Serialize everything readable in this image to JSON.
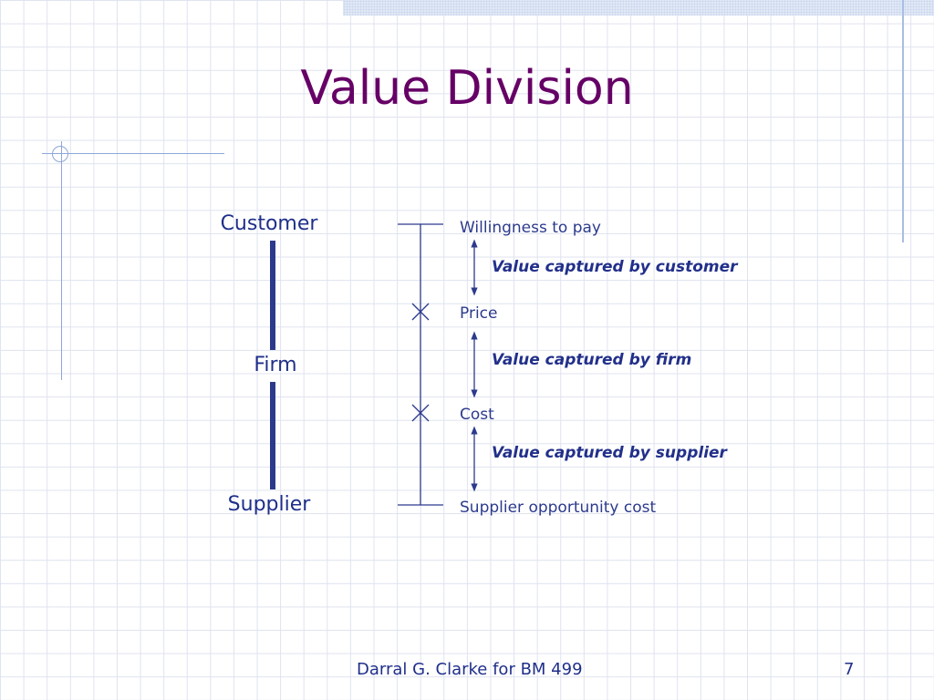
{
  "slide": {
    "title": "Value Division",
    "parties": {
      "customer": "Customer",
      "firm": "Firm",
      "supplier": "Supplier"
    },
    "levels": {
      "willingness": "Willingness to pay",
      "price": "Price",
      "cost": "Cost",
      "opportunity": "Supplier opportunity cost"
    },
    "captured": {
      "customer": "Value captured by customer",
      "firm": "Value captured by firm",
      "supplier": "Value captured by supplier"
    },
    "footer": {
      "author": "Darral G. Clarke for BM 499",
      "page_number": "7"
    }
  },
  "colors": {
    "title": "#660066",
    "text": "#2c3a8c",
    "grid": "#dfe3ef"
  }
}
